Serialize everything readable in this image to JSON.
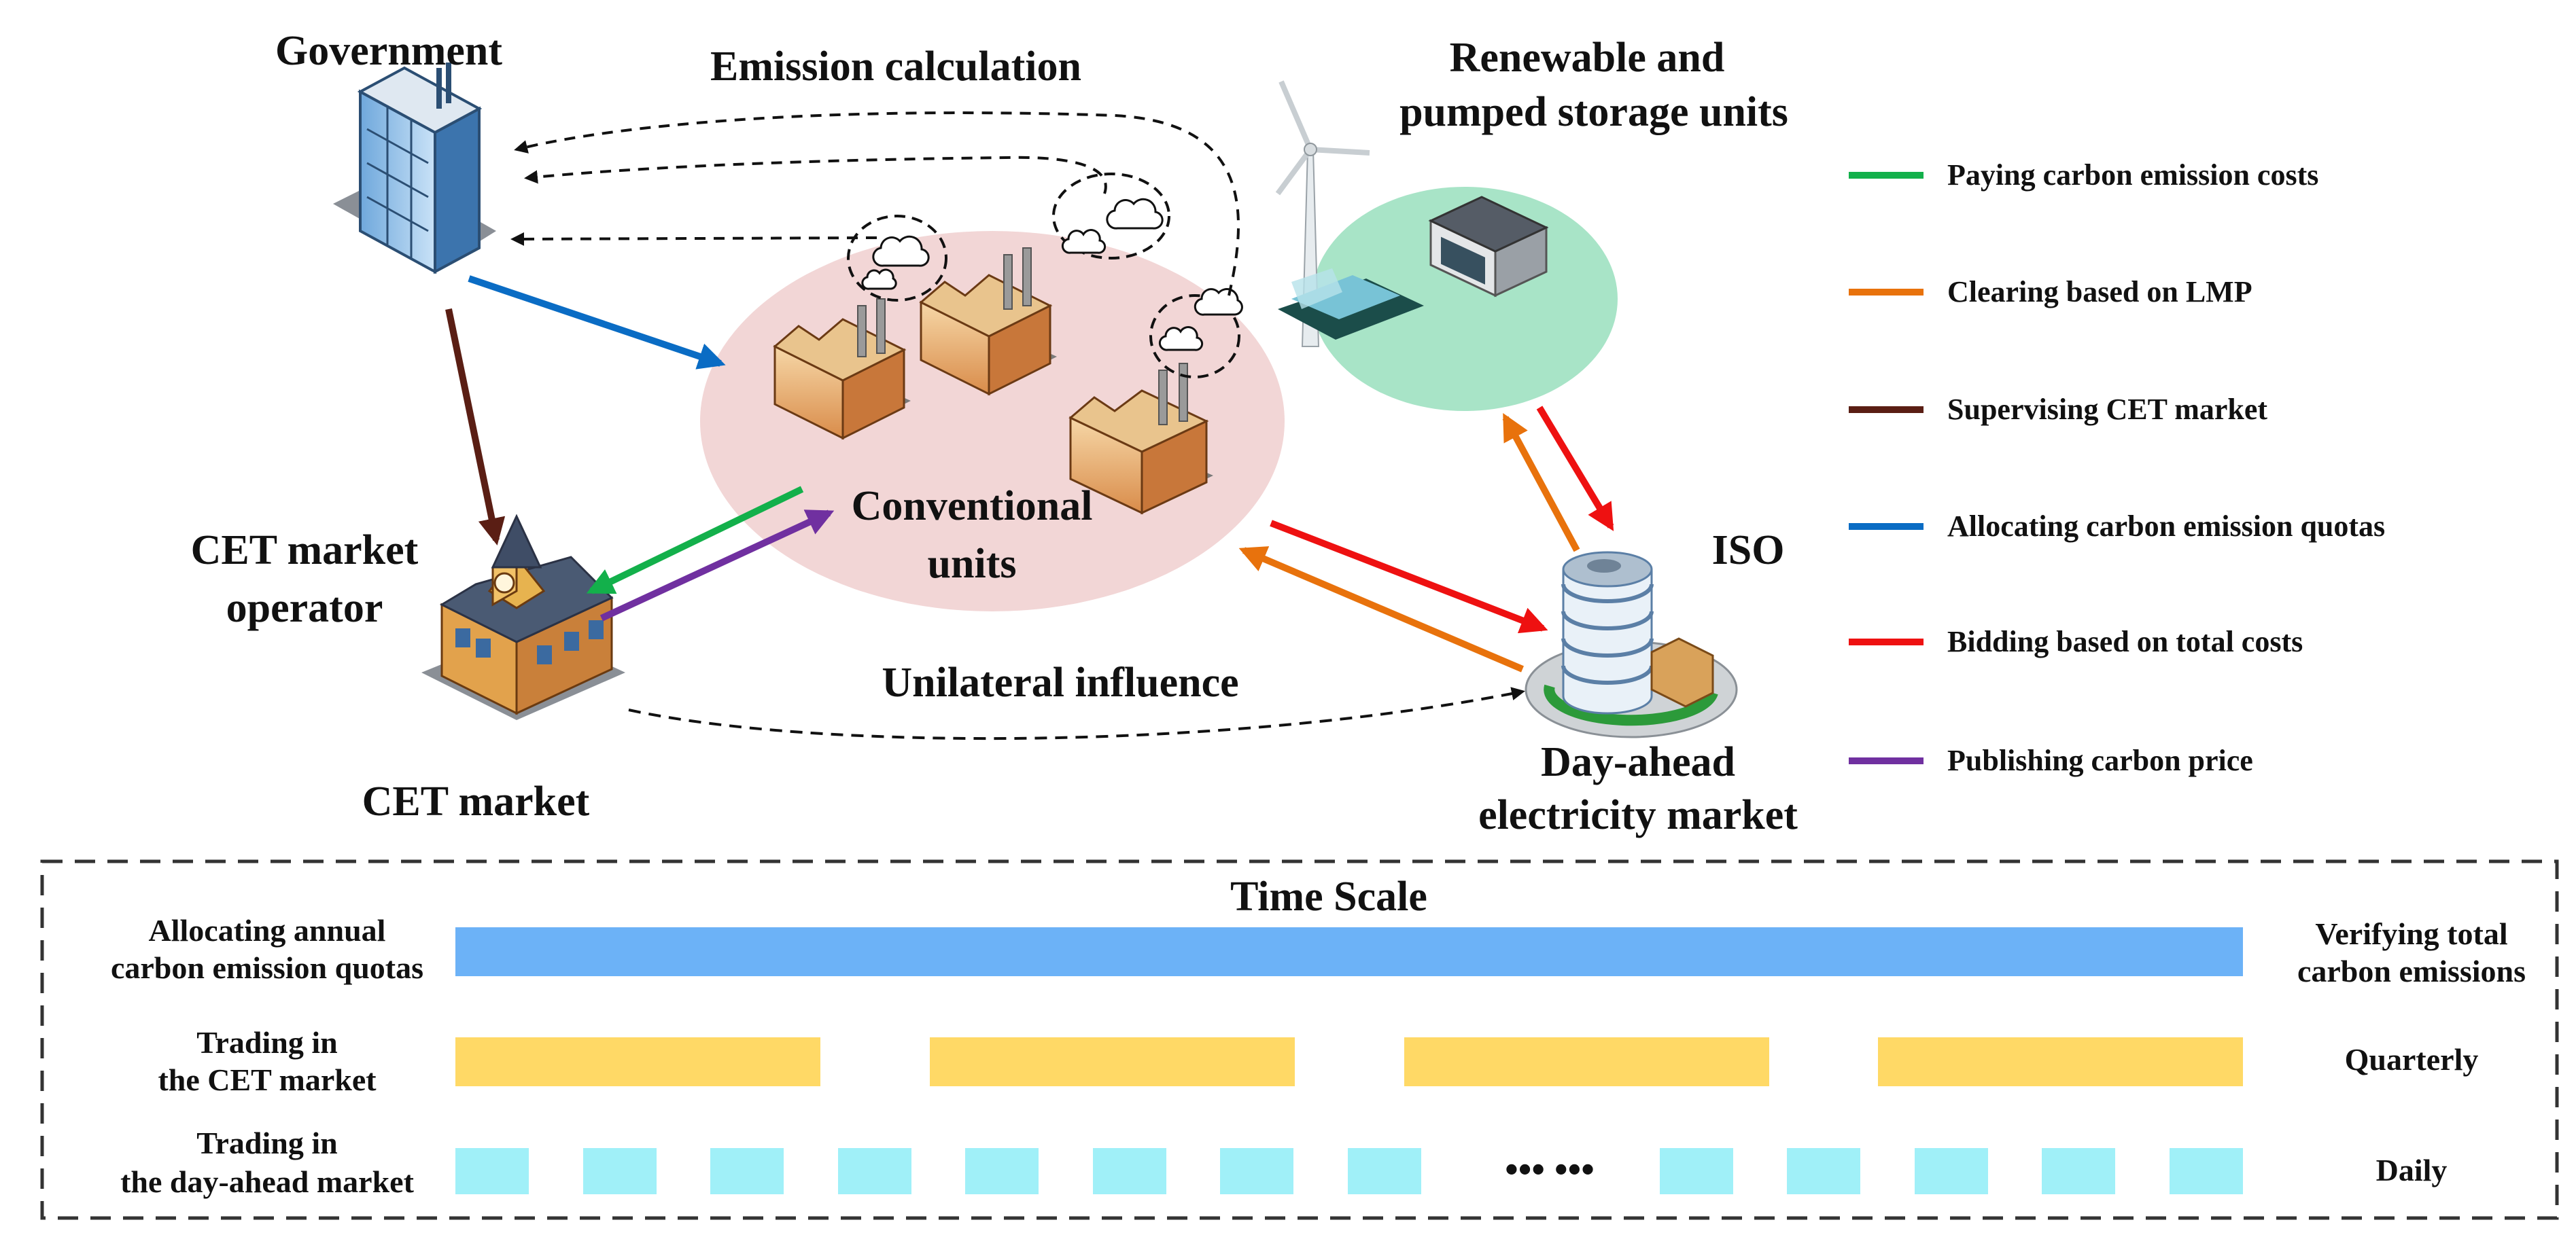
{
  "diagram": {
    "actors": {
      "government": "Government",
      "renewable_line1": "Renewable and",
      "renewable_line2": "pumped storage units",
      "conventional_line1": "Conventional",
      "conventional_line2": "units",
      "cet_operator_line1": "CET market",
      "cet_operator_line2": "operator",
      "cet_market": "CET market",
      "iso": "ISO",
      "dayahead_line1": "Day-ahead",
      "dayahead_line2": "electricity market"
    },
    "flows": {
      "emission_calculation": "Emission calculation",
      "unilateral_influence": "Unilateral influence"
    }
  },
  "legend": {
    "items": [
      {
        "label": "Paying carbon emission costs",
        "color": "#13b04b"
      },
      {
        "label": "Clearing based on LMP",
        "color": "#e8720c"
      },
      {
        "label": "Supervising CET market",
        "color": "#5a1e14"
      },
      {
        "label": "Allocating carbon emission quotas",
        "color": "#0a6cc4"
      },
      {
        "label": "Bidding based on total  costs",
        "color": "#ee1111"
      },
      {
        "label": "Publishing carbon price",
        "color": "#7030a0"
      }
    ]
  },
  "timescale": {
    "title": "Time Scale",
    "rows": [
      {
        "left_line1": "Allocating annual",
        "left_line2": "carbon emission quotas",
        "right_line1": "Verifying total",
        "right_line2": "carbon emissions",
        "color": "#6cb2f7"
      },
      {
        "left_line1": "Trading in",
        "left_line2": "the CET market",
        "right_line1": "Quarterly",
        "color": "#ffd966"
      },
      {
        "left_line1": "Trading in",
        "left_line2": "the day-ahead market",
        "right_line1": "Daily",
        "ellipsis": "•••  •••",
        "color": "#a0f0f8"
      }
    ]
  }
}
